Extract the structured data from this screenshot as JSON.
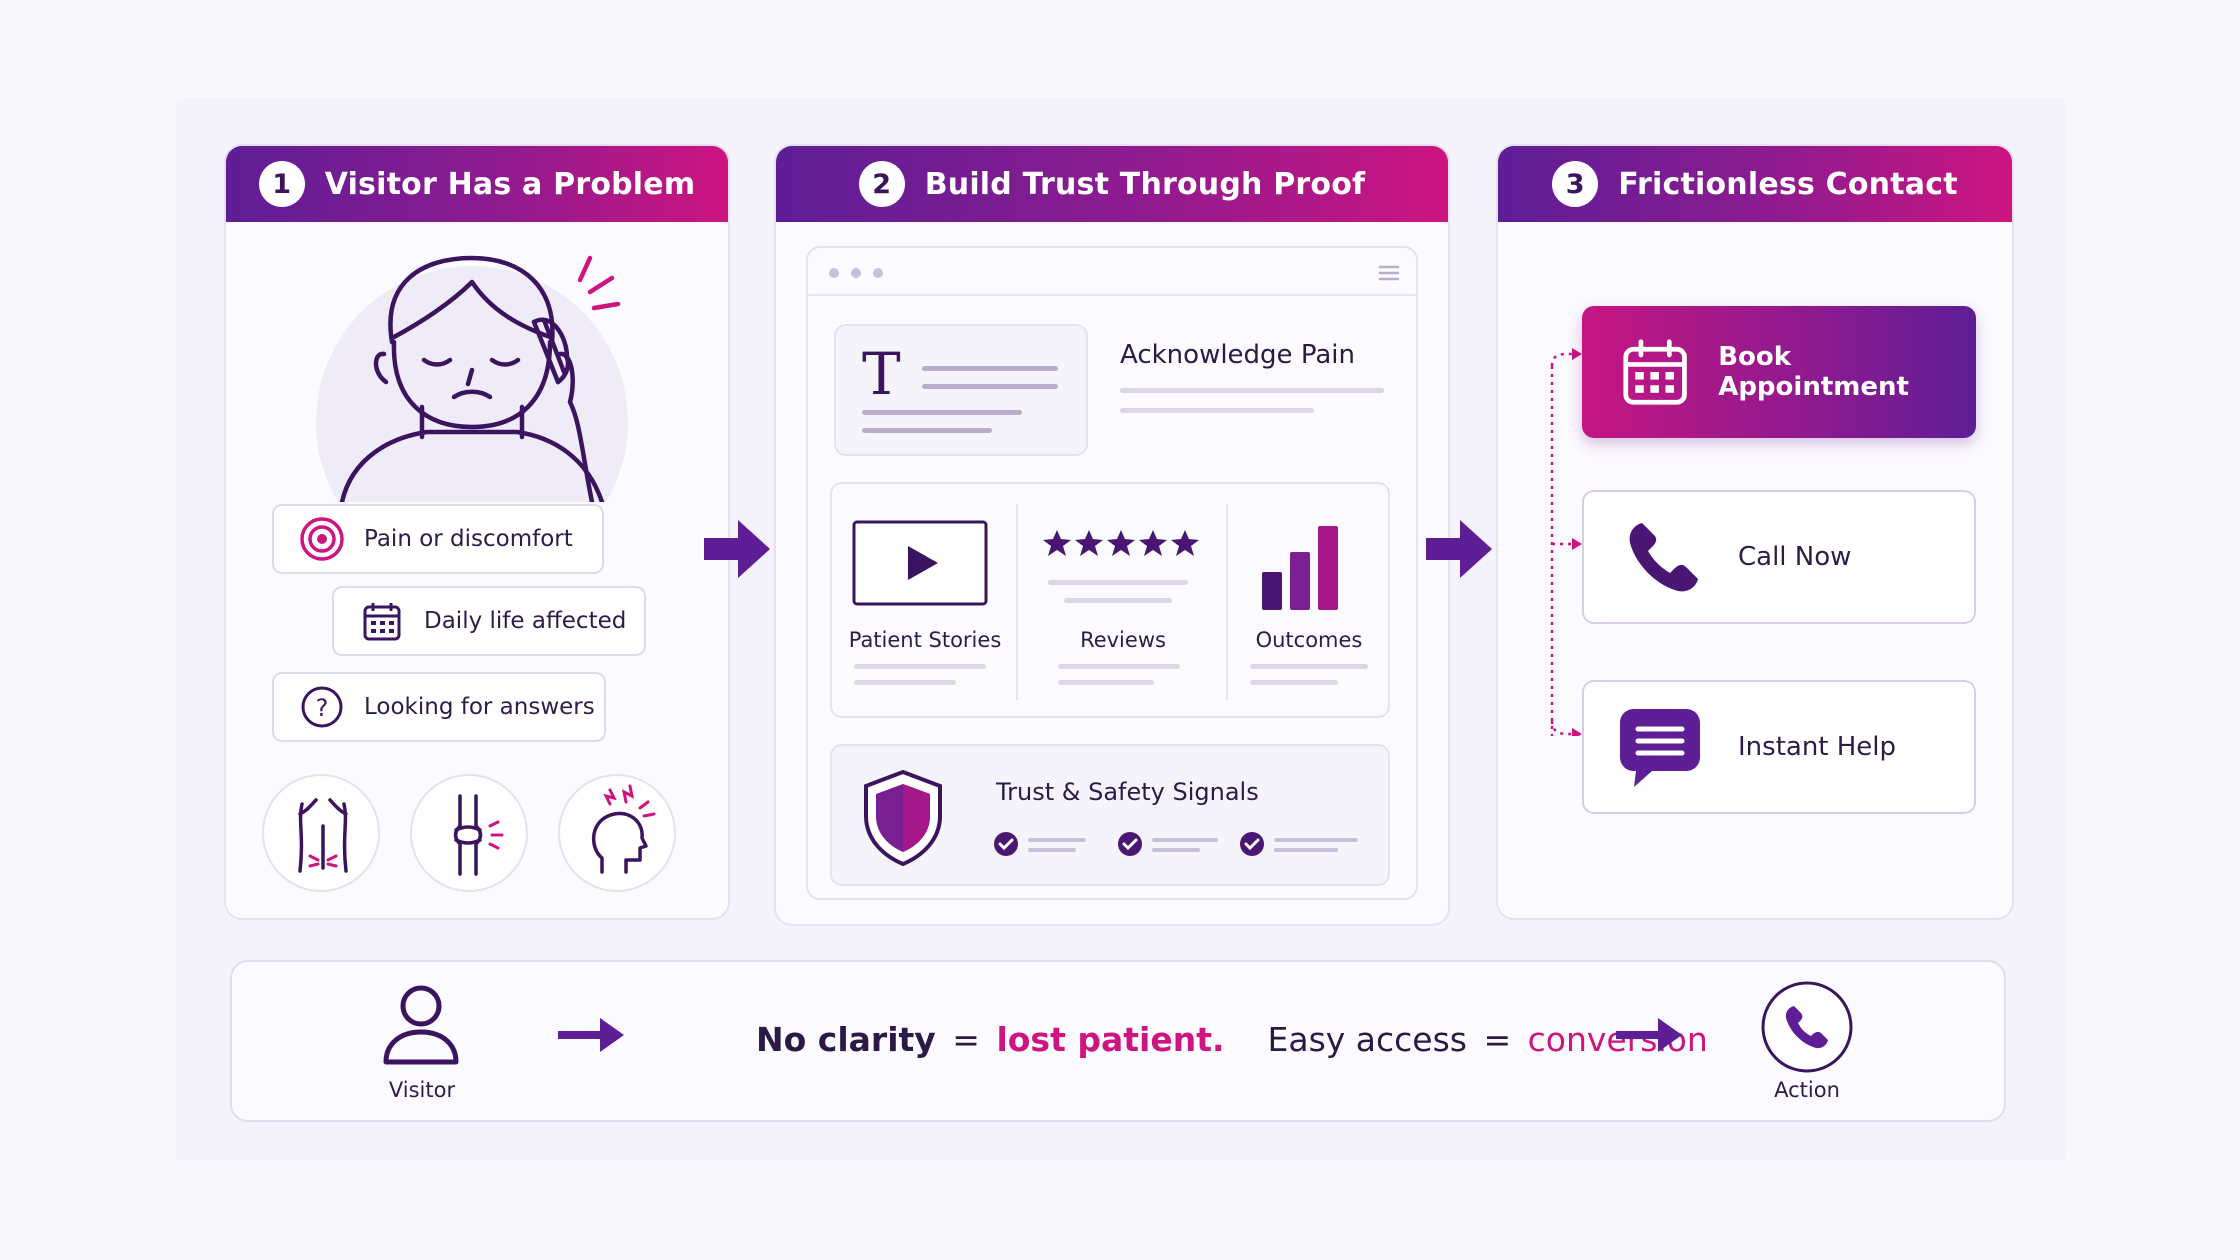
{
  "steps": [
    {
      "number": "1",
      "title": "Visitor Has a Problem"
    },
    {
      "number": "2",
      "title": "Build Trust Through Proof"
    },
    {
      "number": "3",
      "title": "Frictionless Contact"
    }
  ],
  "problem": {
    "bubbles": [
      "Pain or discomfort",
      "Daily life affected",
      "Looking for answers"
    ],
    "body_icons": [
      "back-pain-icon",
      "knee-joint-pain-icon",
      "head-pain-icon"
    ]
  },
  "trust": {
    "acknowledge_title": "Acknowledge Pain",
    "proof_items": [
      "Patient Stories",
      "Reviews",
      "Outcomes"
    ],
    "signals_title": "Trust & Safety Signals",
    "text_glyph": "T"
  },
  "contact": {
    "actions": [
      "Book Appointment",
      "Call Now",
      "Instant Help"
    ]
  },
  "summary": {
    "visitor_label": "Visitor",
    "action_label": "Action",
    "part1": "No clarity",
    "eq1": "=",
    "part2": "lost patient.",
    "part3": "Easy access",
    "eq2": "=",
    "part4": "conversion"
  },
  "colors": {
    "purple": "#5e1e96",
    "magenta": "#cd1480",
    "dark": "#3b145f"
  }
}
